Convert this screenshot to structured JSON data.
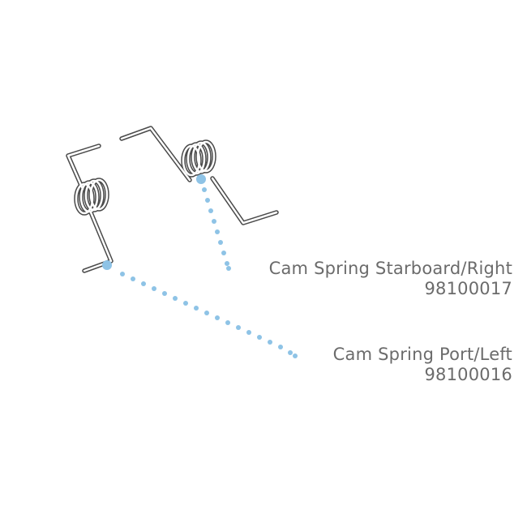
{
  "diagram": {
    "type": "parts-callout",
    "parts": [
      {
        "name": "Cam Spring Starboard/Right",
        "part_number": "98100017",
        "callout_color": "#8ec3e6"
      },
      {
        "name": "Cam Spring Port/Left",
        "part_number": "98100016",
        "callout_color": "#8ec3e6"
      }
    ],
    "colors": {
      "background": "#ffffff",
      "line_art": "#4a4a4a",
      "text": "#6b6b6b",
      "leader_dots": "#8ec3e6"
    }
  }
}
